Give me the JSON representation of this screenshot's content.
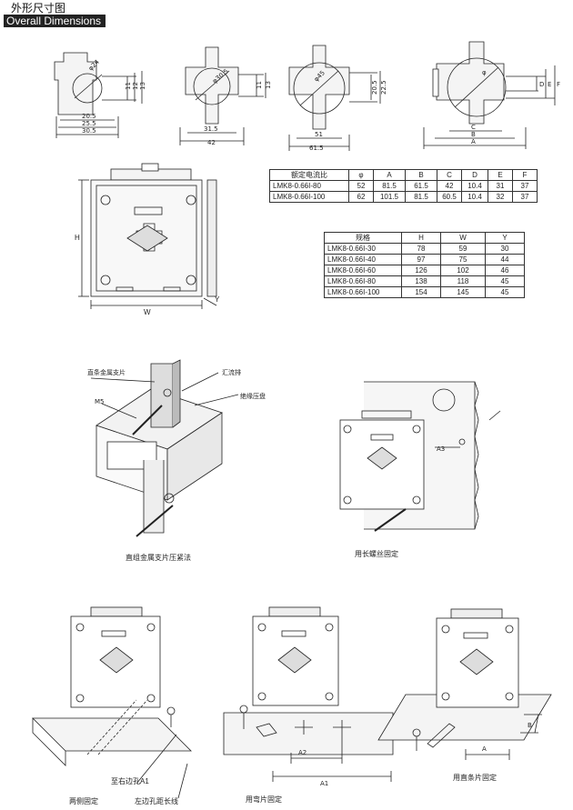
{
  "header": {
    "title_cn": "外形尺寸图",
    "title_en": "Overall Dimensions"
  },
  "dims": {
    "d1": {
      "dia": "φ24",
      "h1": "11",
      "h2": "12",
      "h3": "13",
      "w1": "20.5",
      "w2": "25.5",
      "w3": "30.5"
    },
    "d2": {
      "dia": "φ30.5",
      "h1": "11",
      "h2": "13",
      "w1": "31.5",
      "w2": "42"
    },
    "d3": {
      "dia": "φ45",
      "h1": "20.5",
      "h2": "22.5",
      "w1": "51",
      "w2": "61.5"
    },
    "d4": {
      "dia": "φ",
      "h1": "D",
      "h2": "E",
      "h3": "F",
      "w1": "C",
      "w2": "B",
      "w3": "A"
    }
  },
  "front_view": {
    "h": "H",
    "w": "W",
    "y": "Y"
  },
  "table1": {
    "headers": [
      "额定电流比",
      "φ",
      "A",
      "B",
      "C",
      "D",
      "E",
      "F"
    ],
    "rows": [
      [
        "LMK8-0.66I-80",
        "52",
        "81.5",
        "61.5",
        "42",
        "10.4",
        "31",
        "37"
      ],
      [
        "LMK8-0.66I-100",
        "62",
        "101.5",
        "81.5",
        "60.5",
        "10.4",
        "32",
        "37"
      ]
    ]
  },
  "table2": {
    "headers": [
      "规格",
      "H",
      "W",
      "Y"
    ],
    "rows": [
      [
        "LMK8-0.66I-30",
        "78",
        "59",
        "30"
      ],
      [
        "LMK8-0.66I-40",
        "97",
        "75",
        "44"
      ],
      [
        "LMK8-0.66I-60",
        "126",
        "102",
        "46"
      ],
      [
        "LMK8-0.66I-80",
        "138",
        "118",
        "45"
      ],
      [
        "LMK8-0.66I-100",
        "154",
        "145",
        "45"
      ]
    ]
  },
  "assembly": {
    "label_bracket": "直条金属支片",
    "label_busbar": "汇流排",
    "label_plate": "绝缘压盘",
    "label_m5": "M5",
    "caption": "直组金属支片压紧法"
  },
  "screw_mount": {
    "label_a3": "A3",
    "caption": "用长螺丝固定"
  },
  "mount1": {
    "label_hole": "至右边孔A1",
    "label_slot": "左边孔距长线",
    "caption": "两侧固定"
  },
  "mount2": {
    "label_a2": "A2",
    "label_a1": "A1",
    "caption": "用弯片固定"
  },
  "mount3": {
    "label_a": "A",
    "label_b": "B",
    "caption": "用直条片固定"
  }
}
